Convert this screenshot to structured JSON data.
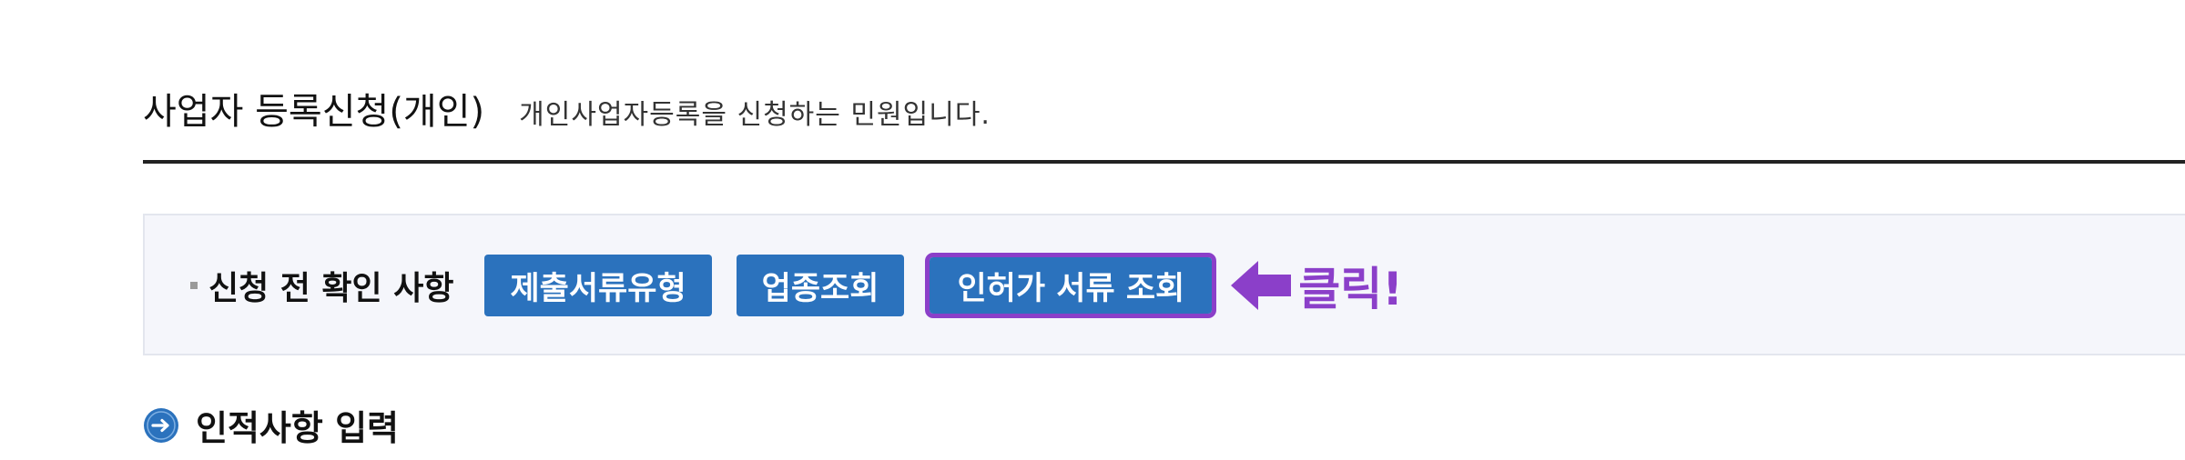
{
  "header": {
    "title": "사업자 등록신청(개인)",
    "subtitle": "개인사업자등록을 신청하는 민원입니다."
  },
  "notice": {
    "label": "신청 전 확인 사항",
    "buttons": [
      {
        "label": "제출서류유형"
      },
      {
        "label": "업종조회"
      },
      {
        "label": "인허가 서류 조회"
      }
    ],
    "hint_text": "클릭!",
    "hint_icon": "left-arrow-icon"
  },
  "section": {
    "icon": "circle-arrow-right-icon",
    "title": "인적사항 입력"
  },
  "colors": {
    "button": "#2b72bd",
    "highlight": "#8b3fc9",
    "notice_background": "#f5f6fb",
    "rule": "#222222"
  }
}
